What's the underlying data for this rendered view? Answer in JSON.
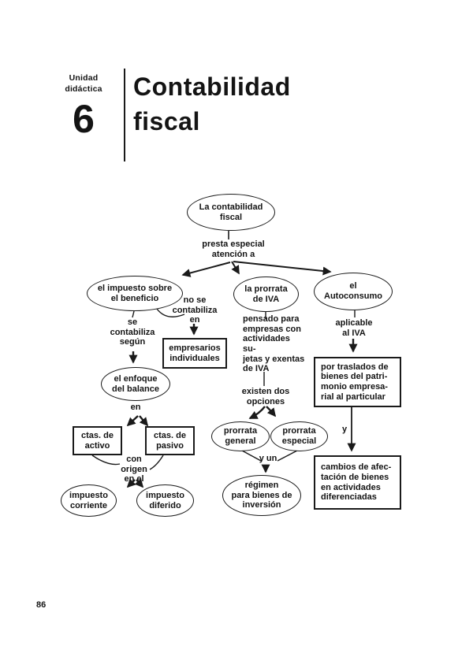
{
  "page_number": "86",
  "header": {
    "unit_label": "Unidad\ndidáctica",
    "unit_number": "6",
    "title": "Contabilidad\nfiscal"
  },
  "diagram": {
    "nodes": {
      "root": "La contabilidad\nfiscal",
      "impuesto": "el impuesto sobre\nel beneficio",
      "prorrata": "la prorrata\nde IVA",
      "autoconsumo": "el\nAutoconsumo",
      "empresarios": "empresarios\nindividuales",
      "enfoque": "el enfoque\ndel balance",
      "ctas_activo": "ctas. de\nactivo",
      "ctas_pasivo": "ctas. de\npasivo",
      "impuesto_corriente": "impuesto\ncorriente",
      "impuesto_diferido": "impuesto\ndiferido",
      "prorrata_general": "prorrata\ngeneral",
      "prorrata_especial": "prorrata\nespecial",
      "regimen": "régimen\npara bienes de\ninversión",
      "traslados": "por traslados de\nbienes del patri-\nmonio empresa-\nrial al particular",
      "cambios": "cambios de afec-\ntación de bienes\nen actividades\ndiferenciadas"
    },
    "edge_labels": {
      "presta": "presta especial\natención a",
      "se_contabiliza": "se\ncontabiliza\nsegún",
      "no_se_contabiliza": "no se\ncontabiliza\nen",
      "en": "en",
      "con_origen": "con\norigen\nen el",
      "pensado": "pensado para\nempresas con\nactividades su-\njetas y exentas\nde IVA",
      "existen": "existen dos\nopciones",
      "y_un": "y un",
      "aplicable": "aplicable\nal IVA",
      "y": "y"
    }
  }
}
